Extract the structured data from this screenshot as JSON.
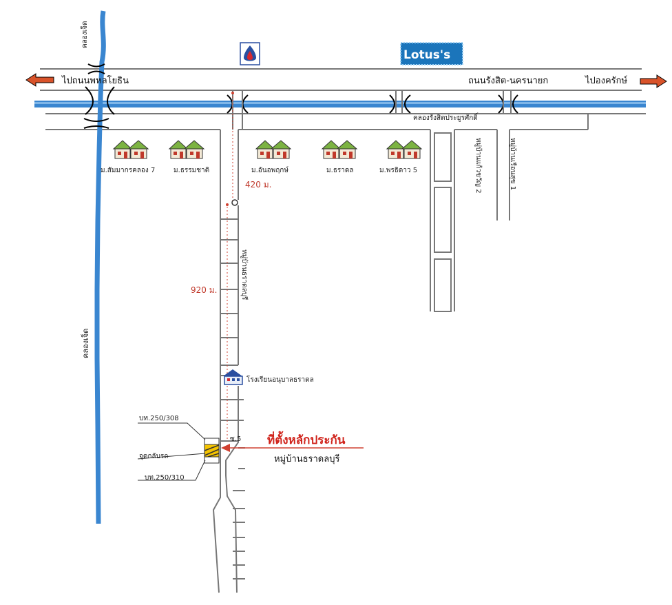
{
  "labels": {
    "canal_top": "คลองเจ็ด",
    "canal_side": "คลองเจ็ด",
    "to_left": "ไปถนนพหลโยธิน",
    "road_name": "ถนนรังสิต-นครนายก",
    "to_right": "ไปองครักษ์",
    "canal_main": "คลองรังสิตประยูรศักดิ์",
    "village_1": "ม.สัมมากรคลอง 7",
    "village_2": "ม.ธรรมชาติ",
    "village_3": "ม.อันอพฤกษ์",
    "village_4": "ม.ธราดล",
    "village_5": "ม.พรธิดาว 5",
    "side_road_1": "หมู่บ้านแก้วขวัญ 2",
    "side_road_2": "หมู่บ้านเรือนสุข 1",
    "main_soi": "หมู่บ้านธราดลบุรี",
    "dist_1": "420 ม.",
    "dist_2": "920 ม.",
    "school": "โรงเรียนอนุบาลธราดล",
    "house_1": "บท.250/308",
    "parking": "จุดกลับรถ",
    "house_2": "บท.250/310",
    "soi_no": "ซ.5",
    "target_title": "ที่ตั้งหลักประกัน",
    "target_sub": "หมู่บ้านธราดลบุรี",
    "logo_lotus": "Lotus's"
  },
  "colors": {
    "canal": "#3a86d0",
    "road": "#777777",
    "arrow": "#d9532a",
    "route": "#d04030",
    "house_roof": "#7cb342",
    "house_wall": "#c0392b",
    "lotus_bg": "#1b75bb",
    "lotus_text": "#ffffff",
    "lotus_accent": "#f7c600",
    "ptt_blue": "#2a4fa0",
    "ptt_red": "#d7282f",
    "target_fill": "#f5c400"
  },
  "icons": {
    "ptt": "gas-station-logo-icon",
    "lotus": "lotus-store-logo-icon",
    "house": "house-icon",
    "school": "school-icon",
    "target": "target-plot-icon"
  }
}
